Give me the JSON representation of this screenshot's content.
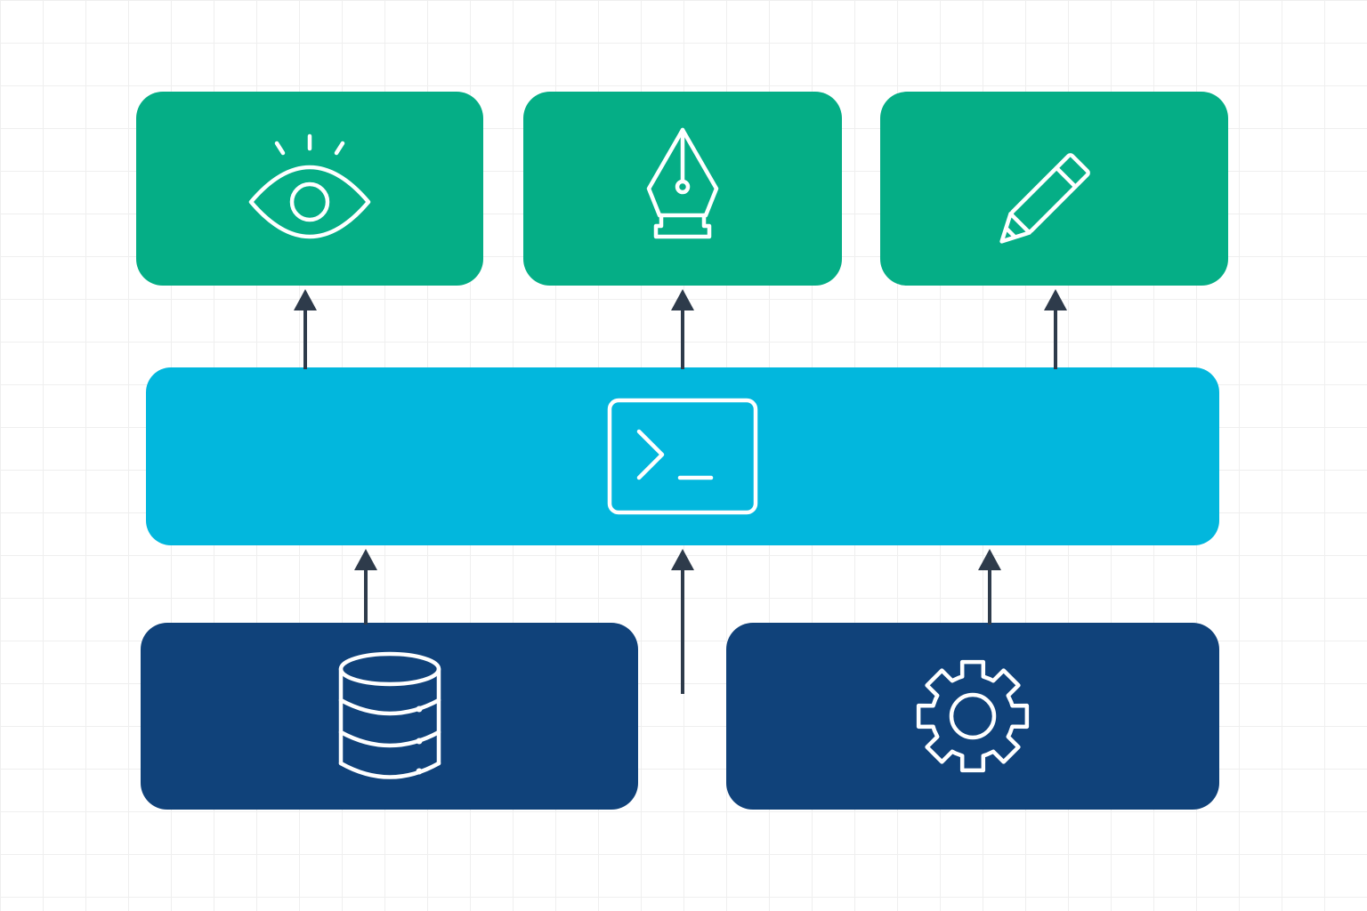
{
  "colors": {
    "output": "#05AE86",
    "core": "#02B7DD",
    "input": "#10427A",
    "arrow": "#2E3B4B"
  },
  "nodes": {
    "view": {
      "icon": "eye-icon"
    },
    "design": {
      "icon": "pen-nib-icon"
    },
    "edit": {
      "icon": "pencil-icon"
    },
    "core": {
      "icon": "terminal-icon"
    },
    "data": {
      "icon": "database-icon"
    },
    "settings": {
      "icon": "gear-icon"
    }
  },
  "edges": [
    {
      "from": "core",
      "to": "view"
    },
    {
      "from": "core",
      "to": "design"
    },
    {
      "from": "core",
      "to": "edit"
    },
    {
      "from": "data",
      "to": "core"
    },
    {
      "from": "external",
      "to": "core"
    },
    {
      "from": "settings",
      "to": "core"
    }
  ]
}
